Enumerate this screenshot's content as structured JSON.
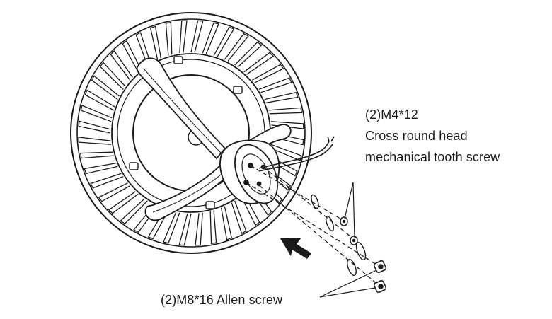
{
  "callouts": {
    "m4": {
      "spec": "(2)M4*12",
      "line1": "Cross round head",
      "line2": "mechanical tooth screw"
    },
    "m8": {
      "spec": "(2)M8*16 Allen screw"
    }
  },
  "colors": {
    "ink": "#1a1a1a",
    "background": "#ffffff"
  }
}
